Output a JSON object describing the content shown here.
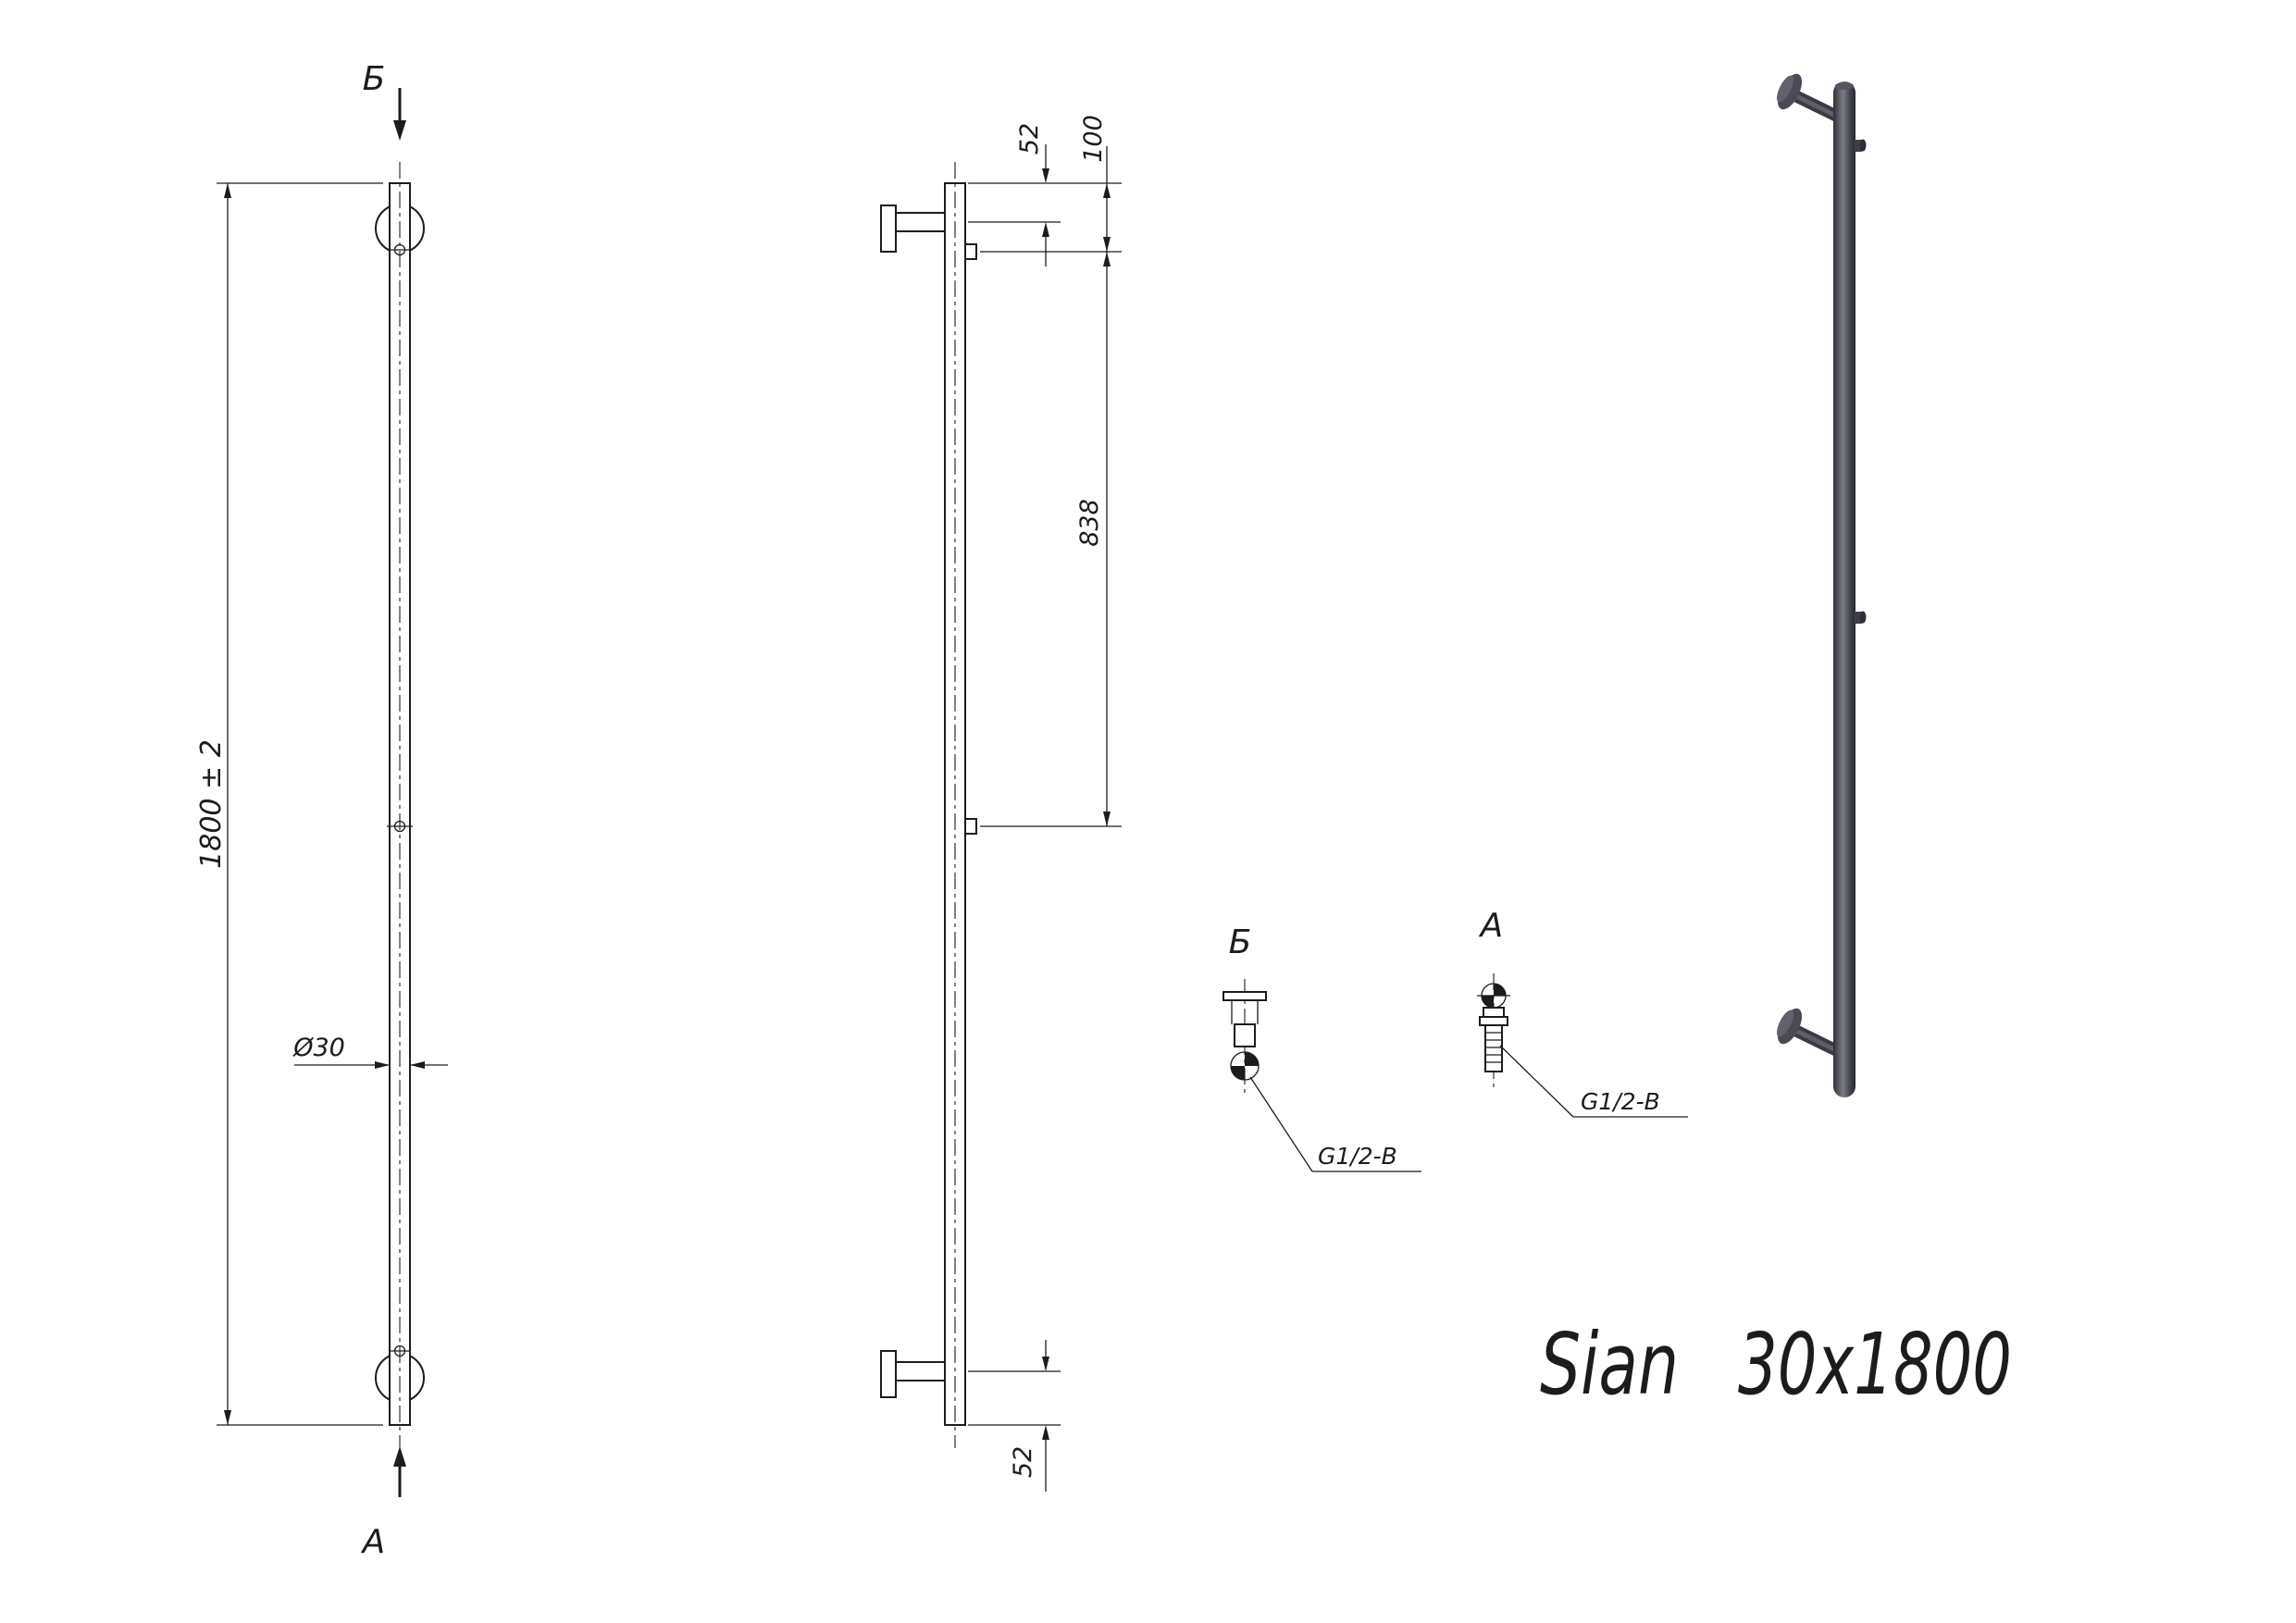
{
  "drawing": {
    "title_model": "Sian",
    "title_size": "30x1800"
  },
  "front_view": {
    "section_top_label": "Б",
    "section_bottom_label": "А",
    "overall_length": "1800 ± 2",
    "tube_diameter": "Ø30"
  },
  "side_view": {
    "top_bracket_offset": "52",
    "top_connector_offset": "100",
    "connector_spacing": "838",
    "bottom_bracket_offset": "52"
  },
  "detail_views": {
    "b": {
      "label": "Б",
      "thread_spec": "G1/2-В"
    },
    "a": {
      "label": "А",
      "thread_spec": "G1/2-В"
    }
  },
  "colors": {
    "background": "#ffffff",
    "line": "#1c1c1c",
    "render_dark": "#3a3a42",
    "render_mid": "#5e5e68",
    "render_light": "#777782"
  }
}
